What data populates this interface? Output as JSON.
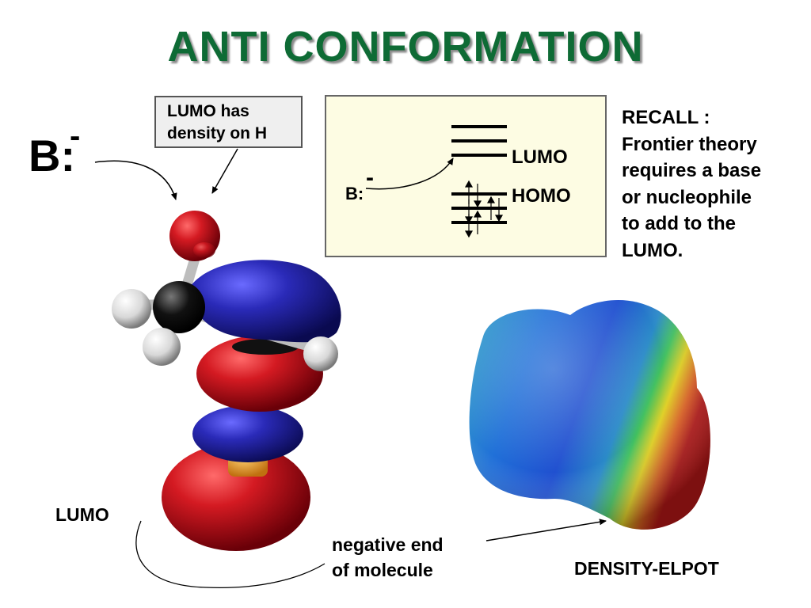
{
  "slide": {
    "title": "ANTI CONFORMATION",
    "callout_lines": [
      "LUMO has",
      "density on H"
    ],
    "base_symbol": "B:",
    "base_charge": "-",
    "energy_diagram": {
      "base_symbol": "B:",
      "base_charge": "-",
      "lumo_label": "LUMO",
      "homo_label": "HOMO"
    },
    "recall_lines": [
      "RECALL :",
      "Frontier theory",
      "requires a base",
      "or nucleophile",
      "to add to the",
      "LUMO."
    ],
    "lumo_label": "LUMO",
    "negative_end_lines": [
      "negative end",
      "of molecule"
    ],
    "density_label": "DENSITY-ELPOT"
  },
  "colors": {
    "title": "#0e6b35",
    "orbital_red": "#c8141e",
    "orbital_blue": "#2a2ab8",
    "box_fill": "#fdfce3"
  }
}
